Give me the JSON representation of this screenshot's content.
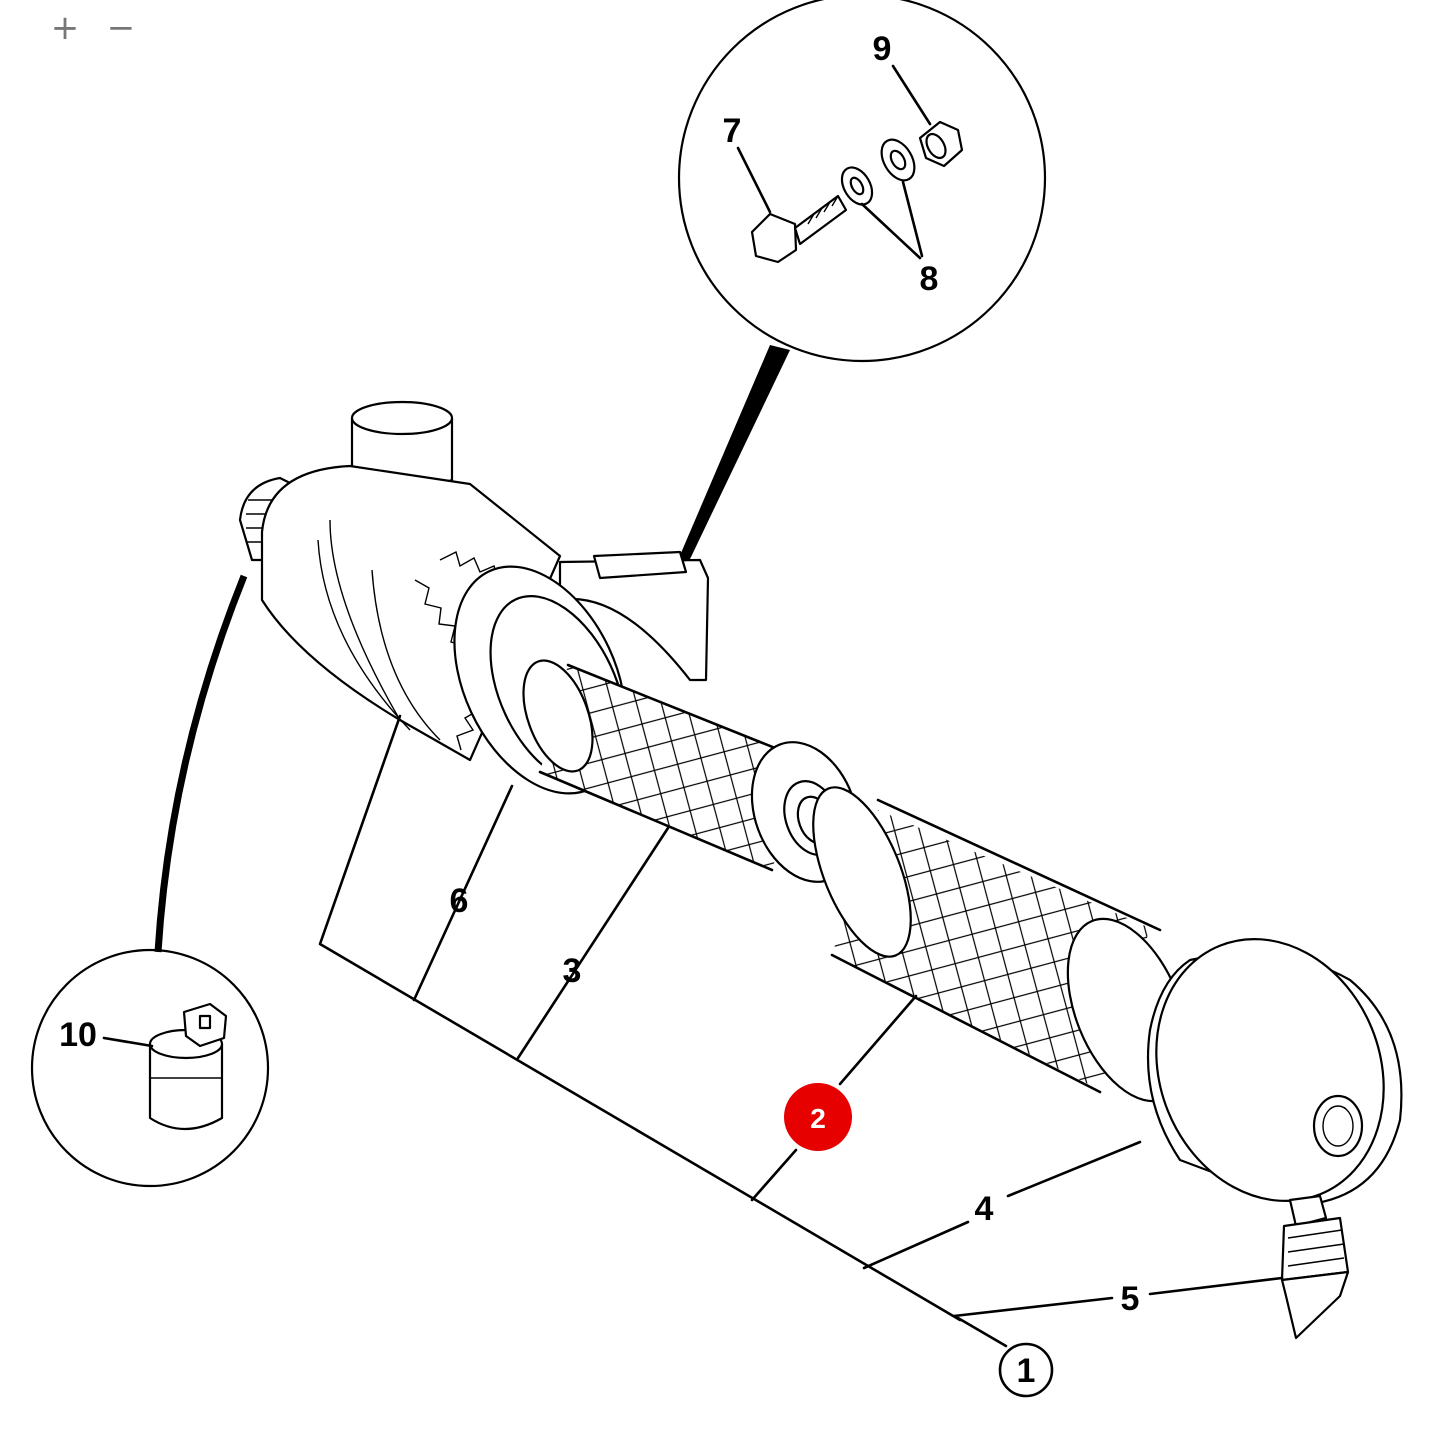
{
  "zoom": {
    "in_label": "+",
    "out_label": "−"
  },
  "callouts": {
    "c1": "1",
    "c2": "2",
    "c3": "3",
    "c4": "4",
    "c5": "5",
    "c6": "6",
    "c7": "7",
    "c8": "8",
    "c9": "9",
    "c10": "10"
  },
  "colors": {
    "highlight": "#e60000",
    "ink": "#000000",
    "background": "#ffffff",
    "zoom_controls": "#777777"
  },
  "icons": {
    "zoom_in": "plus-icon",
    "zoom_out": "minus-icon"
  }
}
